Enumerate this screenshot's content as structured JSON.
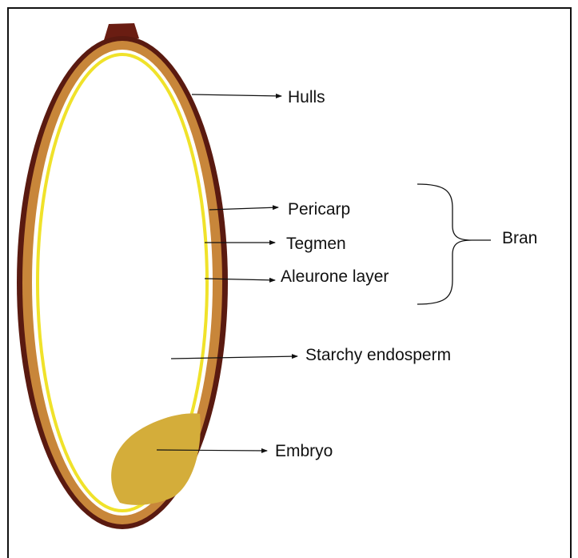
{
  "diagram": {
    "labels": {
      "hulls": "Hulls",
      "pericarp": "Pericarp",
      "tegmen": "Tegmen",
      "aleurone": "Aleurone layer",
      "bran": "Bran",
      "endosperm": "Starchy endosperm",
      "embryo": "Embryo"
    },
    "colors": {
      "hull_outer": "#5a1a10",
      "pericarp": "#c8863a",
      "tegmen": "#ffffff",
      "aleurone": "#f0e22a",
      "embryo": "#d4ad3a",
      "tip": "#6a1d12",
      "frame": "#111111",
      "text": "#111111"
    }
  }
}
